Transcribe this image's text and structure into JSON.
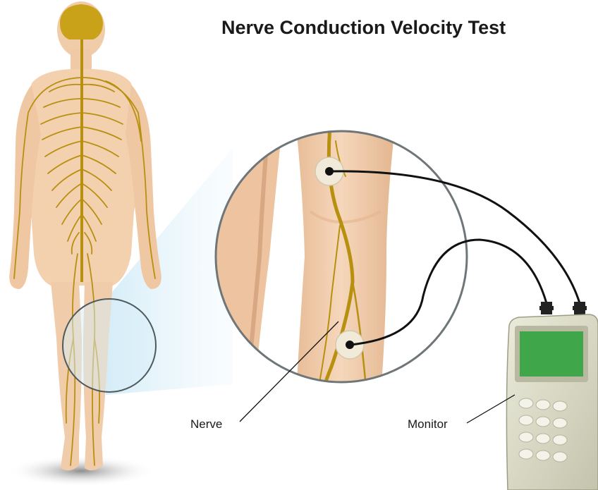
{
  "title": "Nerve Conduction Velocity Test",
  "labels": {
    "nerve": "Nerve",
    "monitor": "Monitor"
  },
  "colors": {
    "skin": "#f4d3b4",
    "skin_shadow": "#e3b793",
    "nerve": "#b8900f",
    "brain": "#c9a21a",
    "beam": "#bfe3f3",
    "lens_ring": "#6e7679",
    "wire": "#111111",
    "device_body": "#dcdcc8",
    "device_screen": "#3fa64a",
    "electrode_pad": "#f1ead8"
  },
  "icons": [
    "human-body-figure",
    "magnifier-lens",
    "electrode-pad",
    "monitor-device"
  ]
}
